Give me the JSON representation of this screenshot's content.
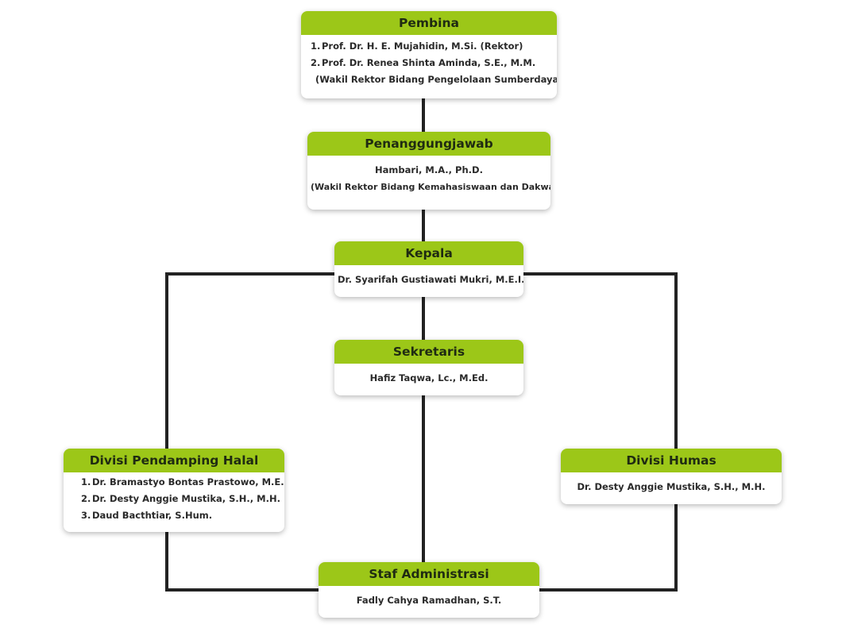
{
  "pembina": {
    "title": "Pembina",
    "items": [
      {
        "num": "1.",
        "text": "Prof. Dr. H. E. Mujahidin, M.Si. (Rektor)"
      },
      {
        "num": "2.",
        "text": "Prof. Dr. Renea Shinta Aminda, S.E., M.M."
      }
    ],
    "continuation": "(Wakil Rektor Bidang Pengelolaan Sumberdaya)"
  },
  "penanggungjawab": {
    "title": "Penanggungjawab",
    "name": "Hambari, M.A., Ph.D.",
    "role": "(Wakil Rektor Bidang Kemahasiswaan dan Dakwah)"
  },
  "kepala": {
    "title": "Kepala",
    "name": "Dr. Syarifah Gustiawati Mukri, M.E.I."
  },
  "sekretaris": {
    "title": "Sekretaris",
    "name": "Hafiz Taqwa, Lc., M.Ed."
  },
  "divisi_halal": {
    "title": "Divisi Pendamping Halal",
    "items": [
      {
        "num": "1.",
        "text": "Dr. Bramastyo Bontas Prastowo, M.E."
      },
      {
        "num": "2.",
        "text": "Dr. Desty Anggie Mustika, S.H., M.H."
      },
      {
        "num": "3.",
        "text": "Daud Bacthtiar, S.Hum."
      }
    ]
  },
  "divisi_humas": {
    "title": "Divisi Humas",
    "name": "Dr. Desty Anggie Mustika, S.H., M.H."
  },
  "staf": {
    "title": "Staf Administrasi",
    "name": "Fadly Cahya Ramadhan, S.T."
  },
  "colors": {
    "header_green": "#9cc718",
    "connector": "#222222"
  }
}
